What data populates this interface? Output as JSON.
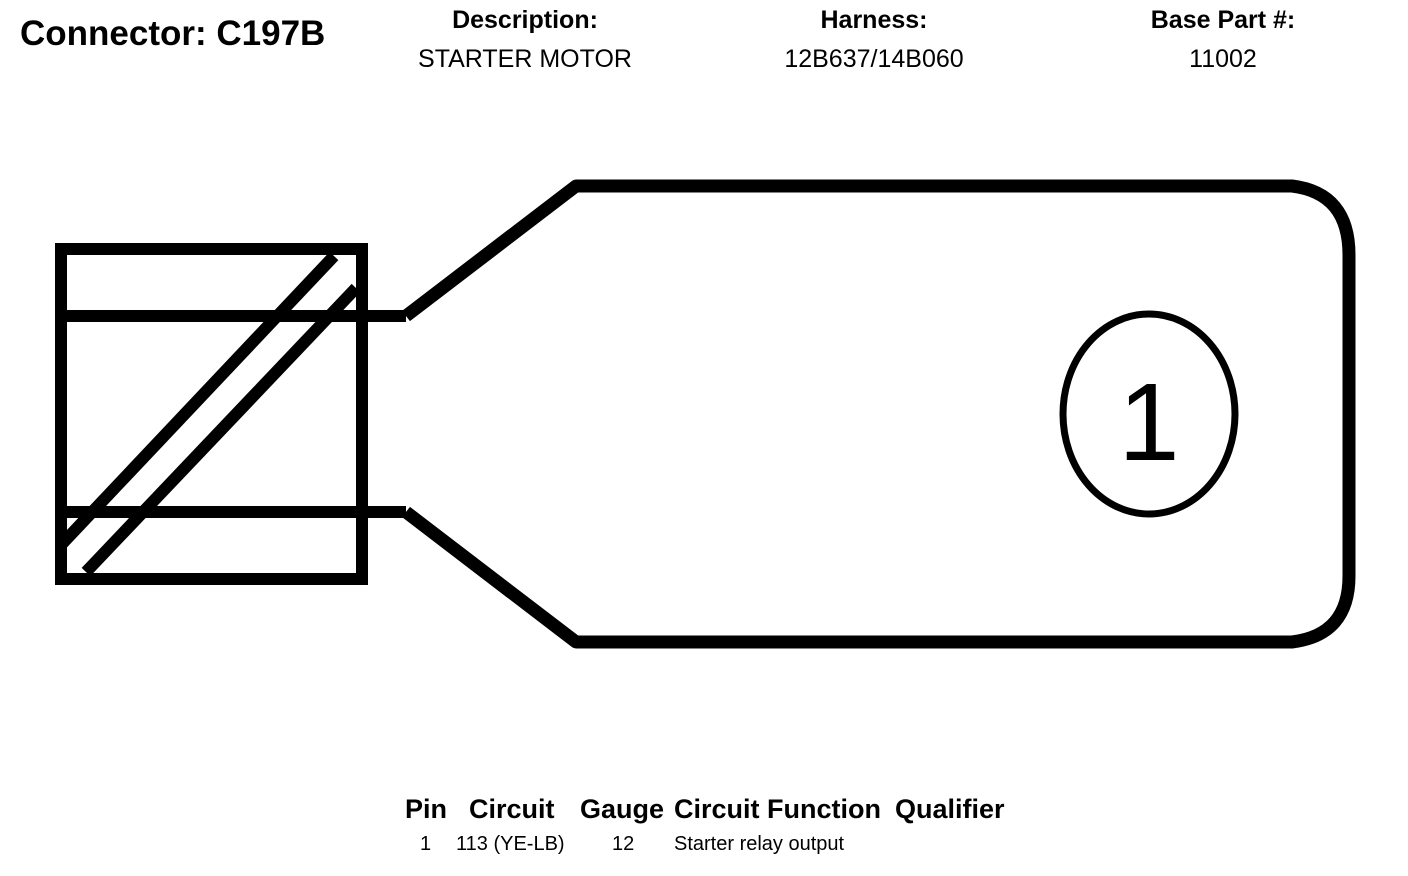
{
  "connector": {
    "title": "Connector: C197B"
  },
  "header": {
    "description": {
      "label": "Description:",
      "value": "STARTER MOTOR"
    },
    "harness": {
      "label": "Harness:",
      "value": "12B637/14B060"
    },
    "base_part": {
      "label": "Base Part #:",
      "value": "11002"
    }
  },
  "diagram": {
    "pins": [
      {
        "label": "1"
      }
    ]
  },
  "pin_table": {
    "headers": {
      "pin": "Pin",
      "circuit": "Circuit",
      "gauge": "Gauge",
      "function": "Circuit Function",
      "qualifier": "Qualifier"
    },
    "rows": [
      {
        "pin": "1",
        "circuit": "113 (YE-LB)",
        "gauge": "12",
        "function": "Starter relay output",
        "qualifier": ""
      }
    ]
  }
}
